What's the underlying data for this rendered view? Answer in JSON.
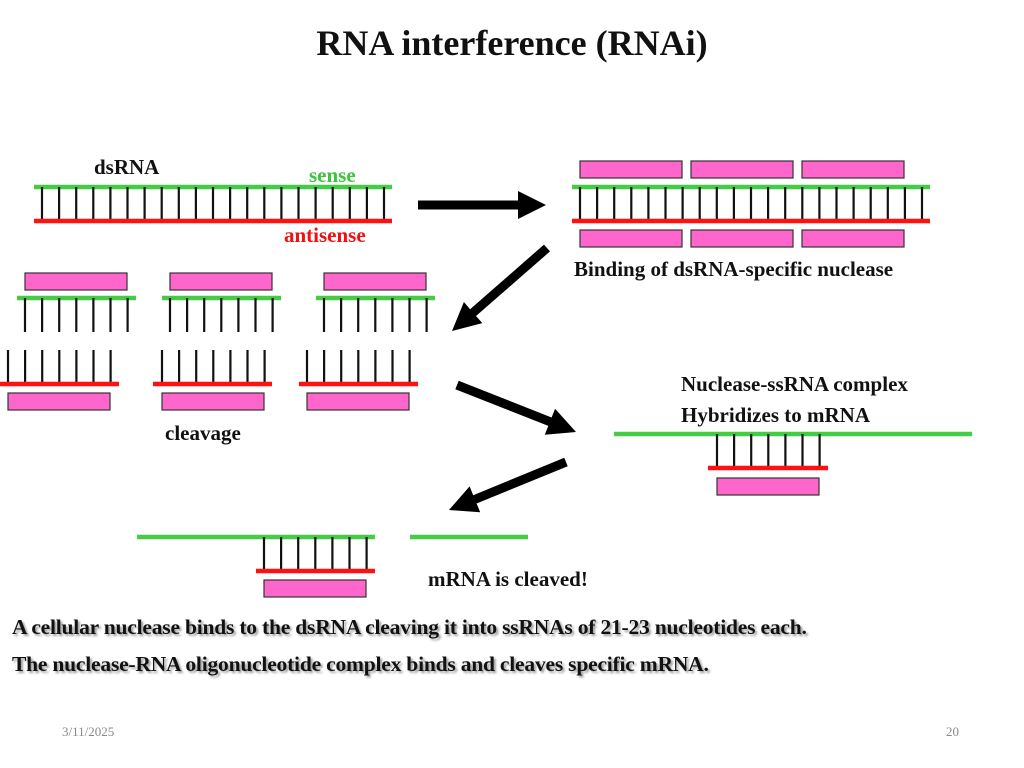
{
  "slide": {
    "title": "RNA interference (RNAi)",
    "labels": {
      "dsrna": "dsRNA",
      "sense": "sense",
      "antisense": "antisense",
      "binding": "Binding of  dsRNA-specific nuclease",
      "cleavage": "cleavage",
      "complex_line1": "Nuclease-ssRNA complex",
      "complex_line2": "Hybridizes to mRNA",
      "mrna_cleaved": "mRNA is cleaved!"
    },
    "captions": [
      "A cellular nuclease binds to the dsRNA cleaving it into ssRNAs of 21-23 nucleotides each.",
      "The nuclease-RNA oligonucleotide complex binds and cleaves specific mRNA."
    ],
    "footer": {
      "date": "3/11/2025",
      "page_number": "20"
    },
    "colors": {
      "sense_strand": "#44cc44",
      "antisense_strand": "#ff1111",
      "nuclease": "#ff66cc",
      "base_pair": "#111111",
      "arrow": "#000000"
    },
    "steps": [
      "dsRNA",
      "nuclease binding",
      "cleavage",
      "complex hybridizes to mRNA",
      "mRNA cleaved"
    ]
  }
}
